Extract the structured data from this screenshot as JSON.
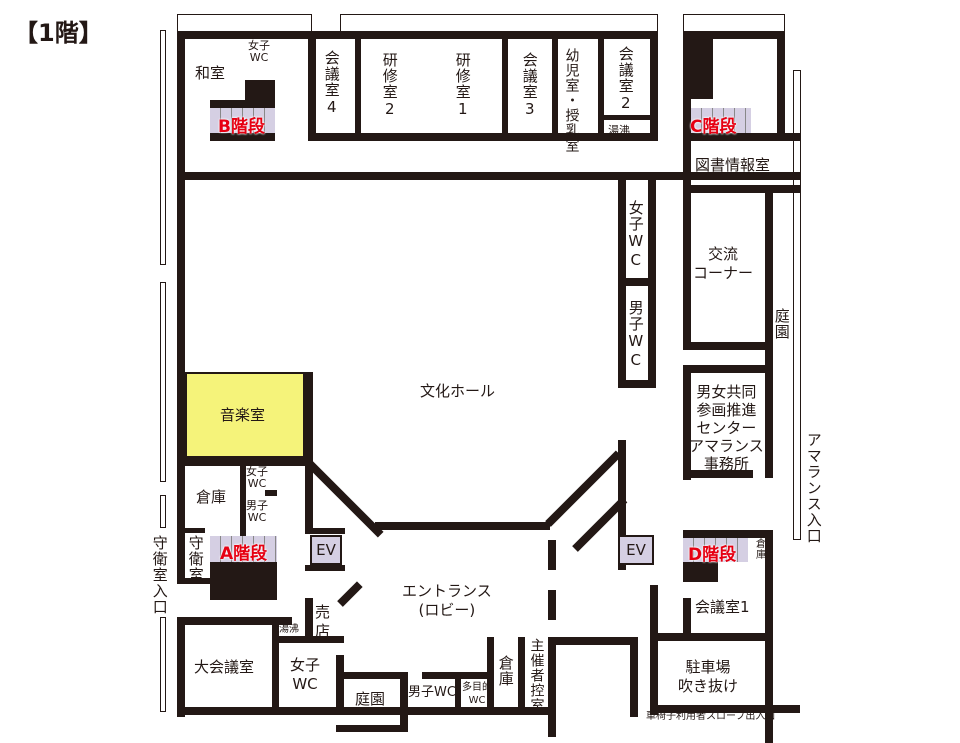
{
  "title": "【1階】",
  "colors": {
    "wall": "#231815",
    "music_room": "#f5f37a",
    "stairs": "#d5cfe3",
    "stair_label": "#e60012"
  },
  "rooms": {
    "washitsu": "和室",
    "wc_female_b": "女子\nWC",
    "kaigi4": "会議室4",
    "kenshu2": "研修室2",
    "kenshu1": "研修室1",
    "kaigi3": "会議室3",
    "youji": "幼児室・授乳室",
    "kaigi2": "会議室2",
    "yuwakashi_top": "湯沸",
    "tosho": "図書情報室",
    "wc_female_hall": "女子WC",
    "wc_male_hall": "男子WC",
    "koryu": "交流\nコーナー",
    "teien_right": "庭園",
    "danjo": "男女共同\n参画推進\nセンター\nアマランス\n事務所",
    "hall": "文化ホール",
    "music": "音楽室",
    "souko_left": "倉庫",
    "wc_female_a": "女子\nWC",
    "wc_male_a": "男子\nWC",
    "shuei": "守衛室",
    "ev_left": "EV",
    "ev_right": "EV",
    "entrance": "エントランス\n(ロビー)",
    "baiten": "売\n店",
    "yuwakashi_bottom": "湯沸",
    "dai_kaigi": "大会議室",
    "wc_female_bottom": "女子\nWC",
    "teien_bottom": "庭園",
    "wc_male_bottom": "男子WC",
    "tamokuteki": "多目的\nWC",
    "souko_bottom": "倉庫",
    "shusai": "主催者控室",
    "souko_d": "倉庫",
    "kaigi1": "会議室1",
    "parking": "駐車場\n吹き抜け"
  },
  "stairs": {
    "a": "A階段",
    "b": "B階段",
    "c": "C階段",
    "d": "D階段"
  },
  "entrances": {
    "shuei_entrance": "守衛室入口",
    "amaranth_entrance": "アマランス入口",
    "slope": "車椅子利用者スロープ出入口"
  }
}
